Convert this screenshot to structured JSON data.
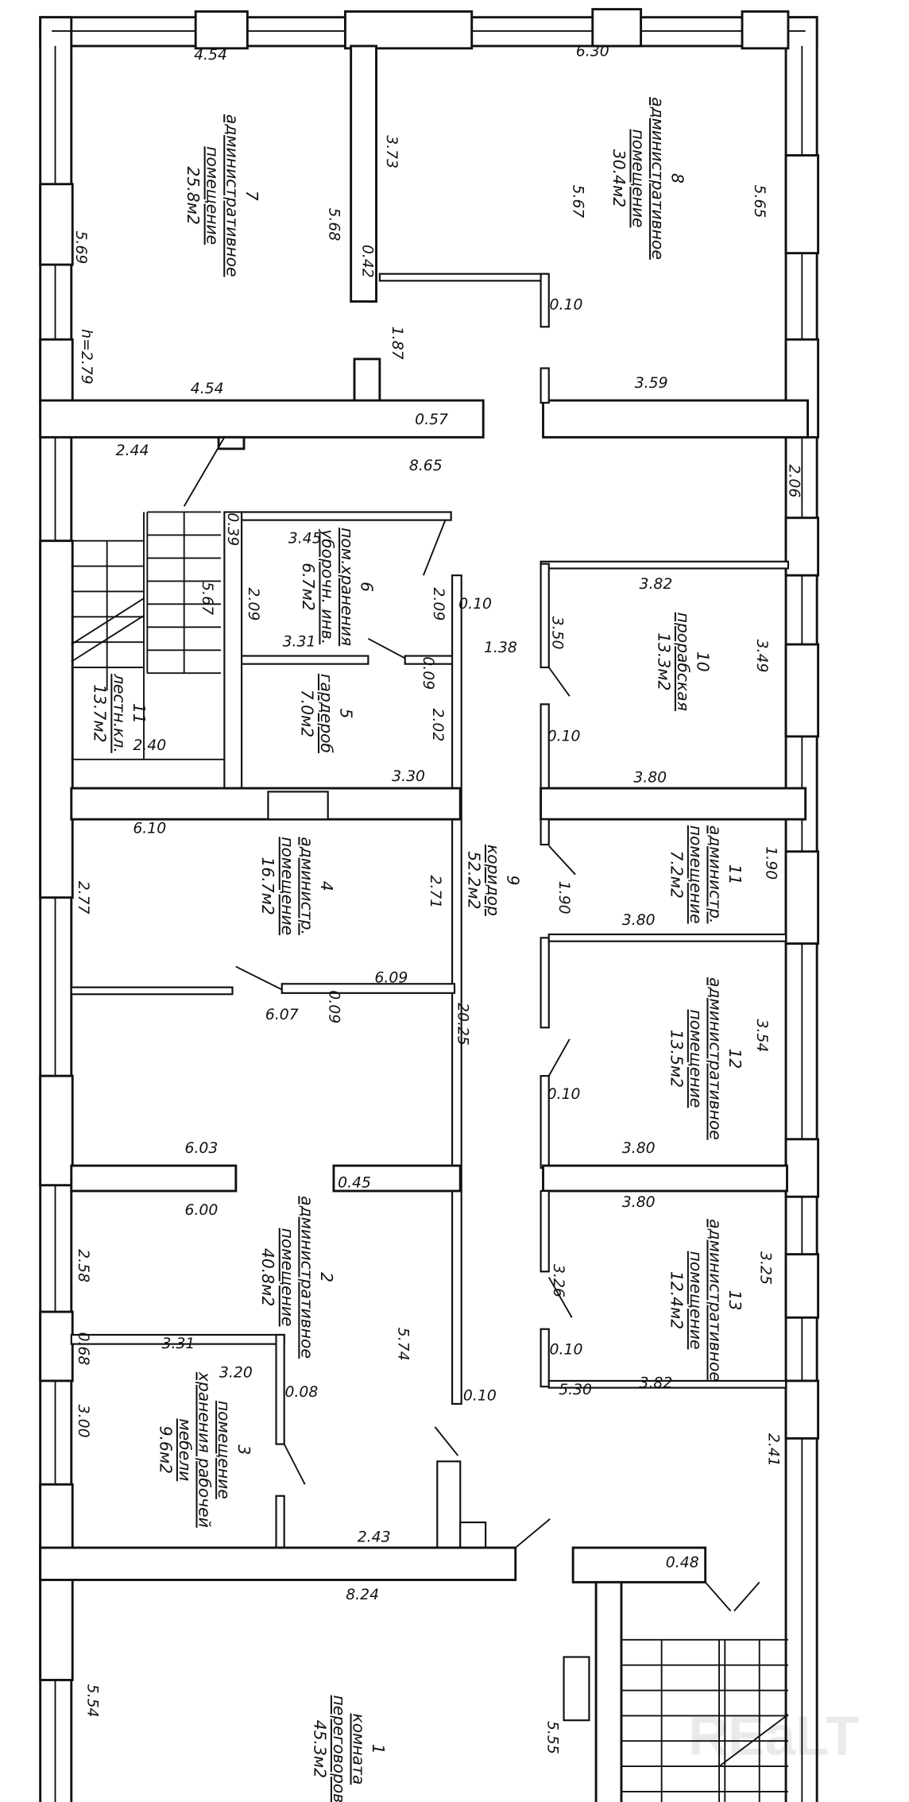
{
  "plan": {
    "dimensions": [
      "4.54",
      "6.30",
      "4.54",
      "3.59",
      "0.57",
      "2.44",
      "8.65",
      "3.45",
      "3.31",
      "3.30",
      "2.40",
      "3.82",
      "3.80",
      "6.10",
      "6.09",
      "6.07",
      "3.80",
      "3.80",
      "6.03",
      "6.00",
      "3.80",
      "3.31",
      "3.20",
      "2.43",
      "8.24",
      "5.30",
      "3.82",
      "0.48",
      "0.45",
      "0.10",
      "0.10",
      "0.10",
      "0.10",
      "0.10",
      "0.10",
      "0.08",
      "1.38",
      "3.73",
      "5.68",
      "0.42",
      "5.67",
      "5.65",
      "5.69",
      "h=2.79",
      "1.87",
      "2.06",
      "0.39",
      "5.67",
      "2.09",
      "2.09",
      "3.50",
      "3.49",
      "0.09",
      "2.02",
      "1.90",
      "1.90",
      "2.71",
      "2.77",
      "0.09",
      "20.25",
      "3.54",
      "2.58",
      "3.25",
      "3.26",
      "0.68",
      "5.74",
      "3.00",
      "2.41",
      "5.54",
      "5.55"
    ],
    "rooms": [
      {
        "lines": [
          "7",
          "административное",
          "помещение",
          "25.8м2"
        ]
      },
      {
        "lines": [
          "8",
          "административное",
          "помещение",
          "30.4м2"
        ]
      },
      {
        "lines": [
          "11",
          "лестн.кл.",
          "13.7м2"
        ]
      },
      {
        "lines": [
          "6",
          "пом.хранения",
          "уборочн. инв.",
          "6.7м2"
        ]
      },
      {
        "lines": [
          "5",
          "гардероб",
          "7.0м2"
        ]
      },
      {
        "lines": [
          "10",
          "прорабская",
          "13.3м2"
        ]
      },
      {
        "lines": [
          "9",
          "коридор",
          "52.2м2"
        ]
      },
      {
        "lines": [
          "4",
          "администр.",
          "помещение",
          "16.7м2"
        ]
      },
      {
        "lines": [
          "11",
          "администр.",
          "помещение",
          "7.2м2"
        ]
      },
      {
        "lines": [
          "12",
          "административное",
          "помещение",
          "13.5м2"
        ]
      },
      {
        "lines": [
          "2",
          "административное",
          "помещение",
          "40.8м2"
        ]
      },
      {
        "lines": [
          "13",
          "административное",
          "помещение",
          "12.4м2"
        ]
      },
      {
        "lines": [
          "3",
          "помещение",
          "хранения рабочей",
          "мебели",
          "9.6м2"
        ]
      },
      {
        "lines": [
          "1",
          "комната",
          "переговоров",
          "45.3м2"
        ]
      }
    ],
    "watermark": "REaLT"
  }
}
